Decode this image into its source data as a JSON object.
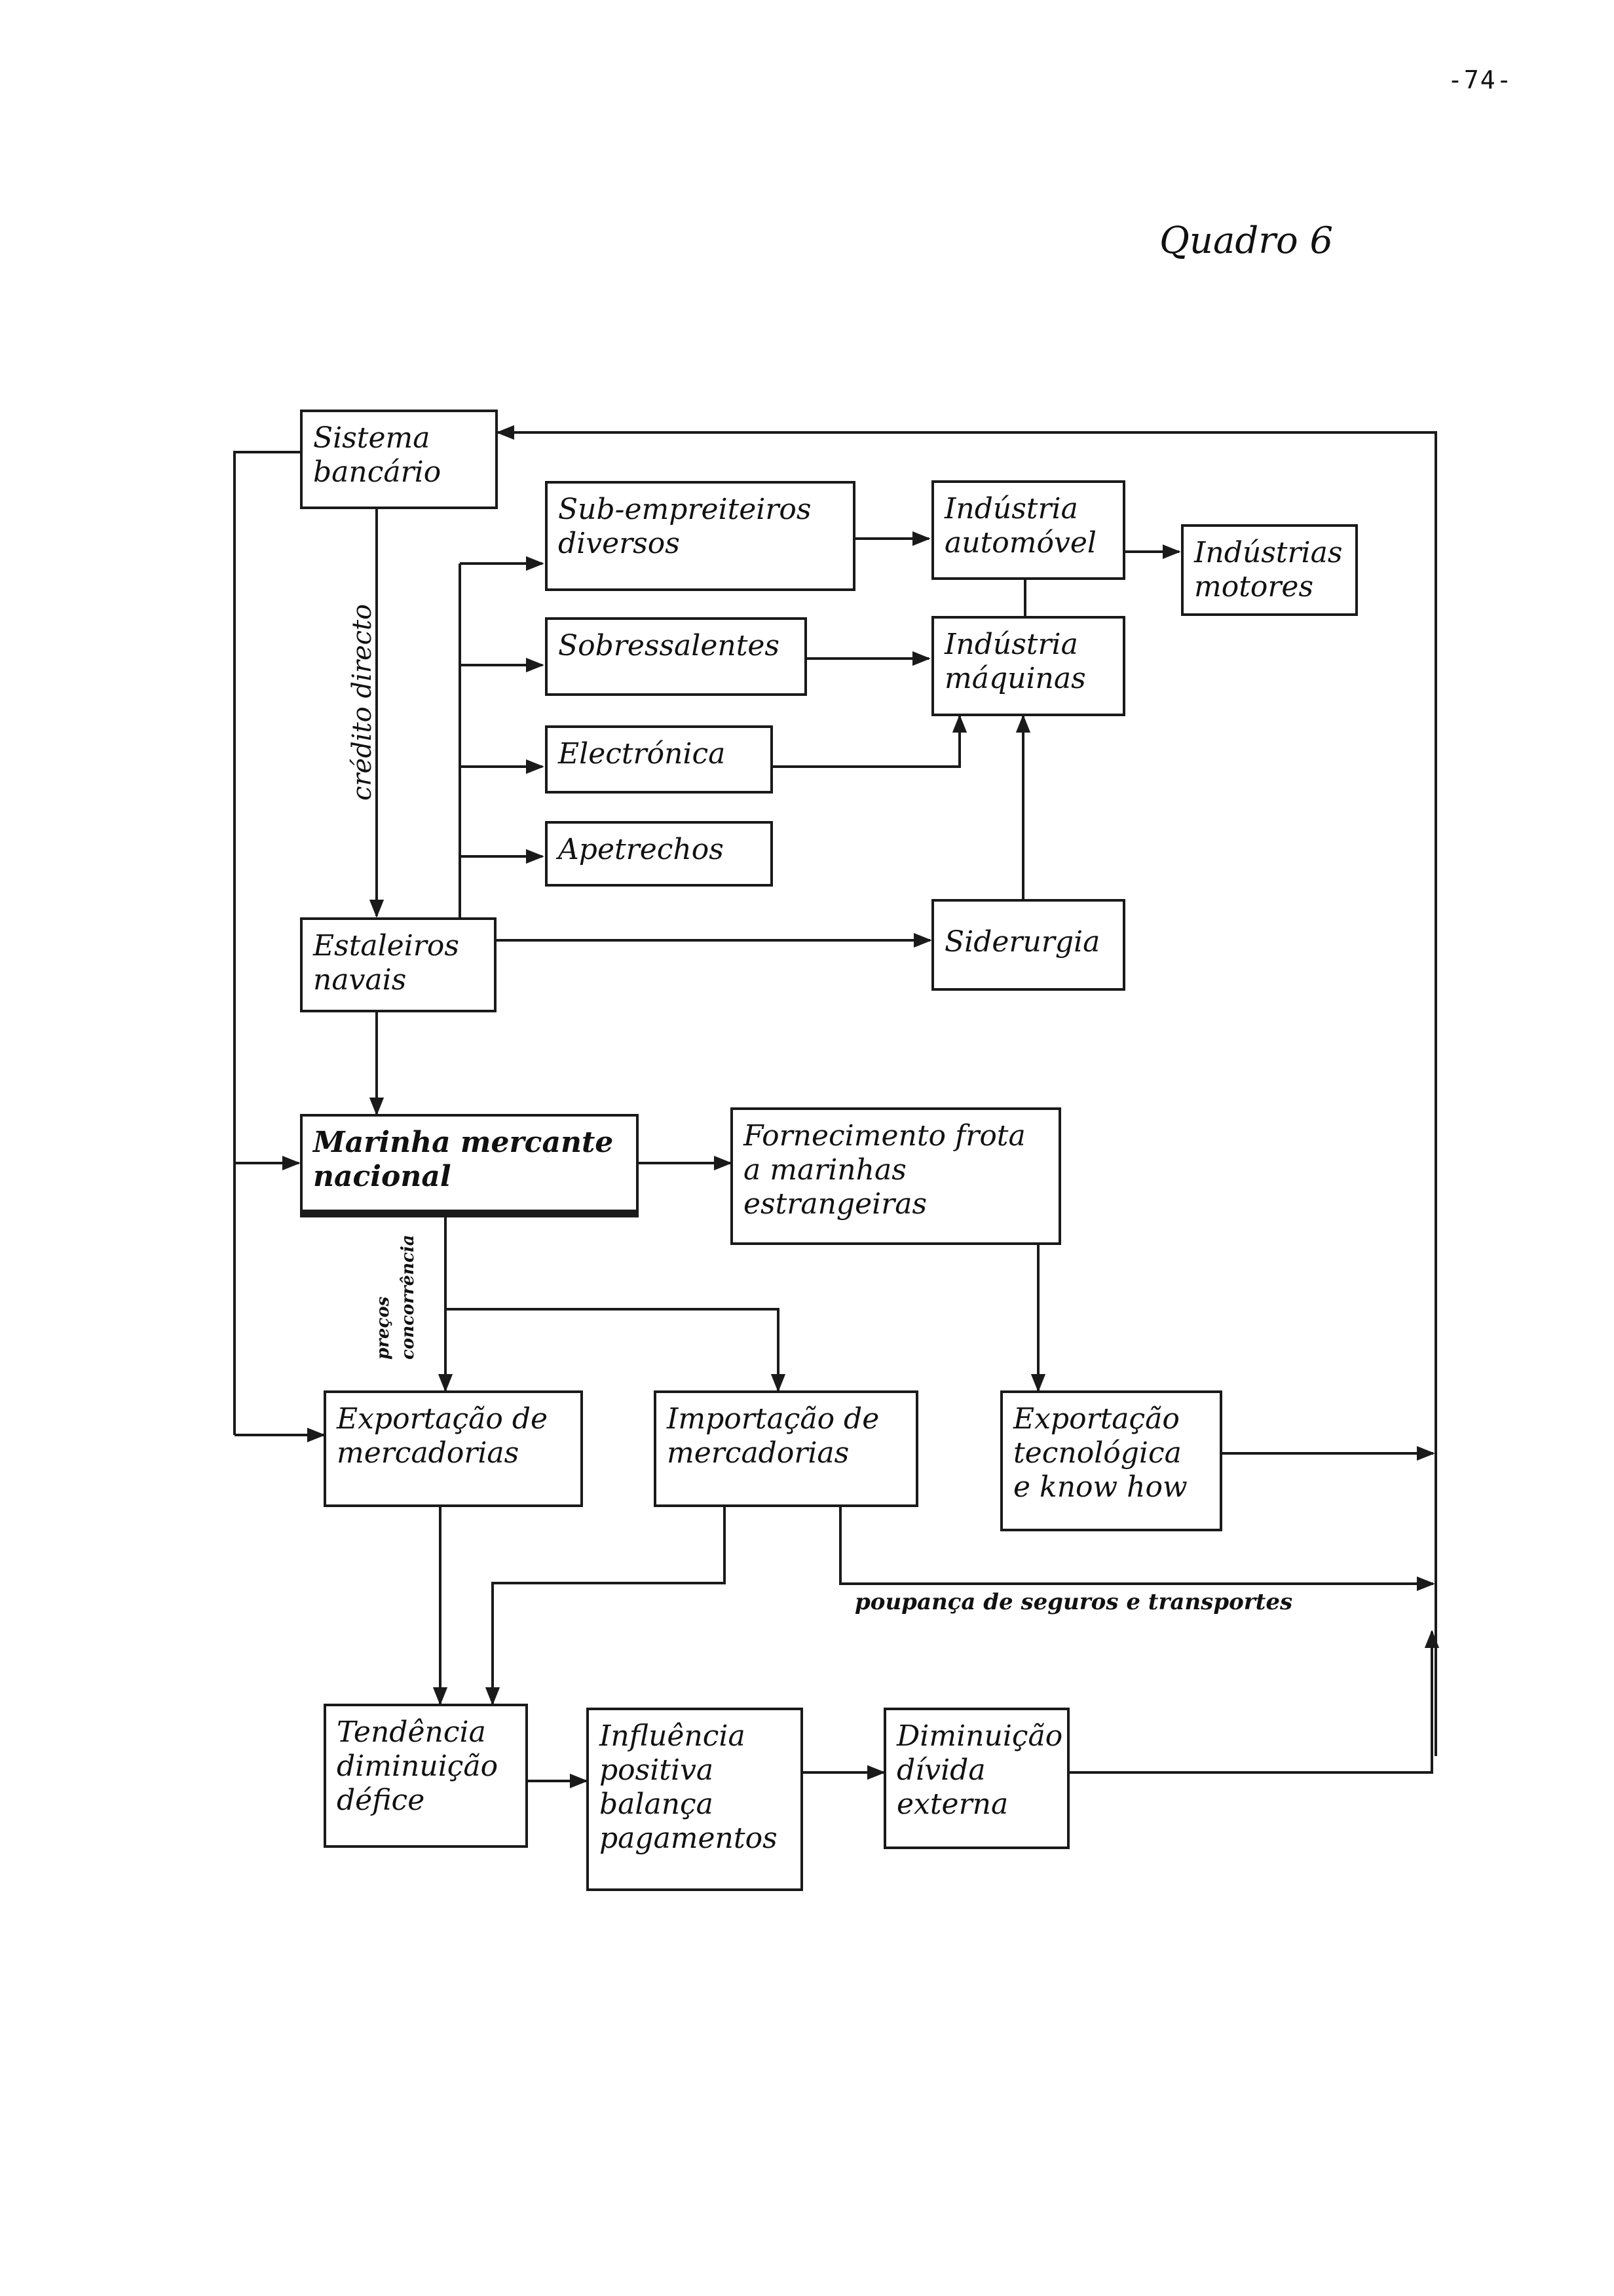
{
  "page_number": "-74-",
  "title": "Quadro 6",
  "boxes": {
    "sistema_bancario": [
      "Sistema",
      "bancário"
    ],
    "sub_empreiteiros": [
      "Sub-empreiteiros",
      "diversos"
    ],
    "industria_automovel": [
      "Indústria",
      "automóvel"
    ],
    "industrias_motores": [
      "Indústrias",
      "motores"
    ],
    "sobressalentes": [
      "Sobressalentes"
    ],
    "industria_maquinas": [
      "Indústria",
      "máquinas"
    ],
    "electronica": [
      "Electrónica"
    ],
    "apetrechos": [
      "Apetrechos"
    ],
    "estaleiros_navais": [
      "Estaleiros",
      "navais"
    ],
    "siderurgia": [
      "Siderurgia"
    ],
    "marinha_mercante": [
      "Marinha mercante",
      "nacional"
    ],
    "fornecimento_frota": [
      "Fornecimento frota",
      "a marinhas",
      "estrangeiras"
    ],
    "exportacao_mercadorias": [
      "Exportação de",
      "mercadorias"
    ],
    "importacao_mercadorias": [
      "Importação de",
      "mercadorias"
    ],
    "exportacao_tecnologica": [
      "Exportação",
      "tecnológica",
      "e know how"
    ],
    "tendencia_diminuicao": [
      "Tendência",
      "diminuição",
      "défice"
    ],
    "influencia_positiva": [
      "Influência",
      "positiva",
      "balança",
      "pagamentos"
    ],
    "diminuicao_divida": [
      "Diminuição",
      "dívida",
      "externa"
    ]
  },
  "edge_labels": {
    "credito_directo": "crédito directo",
    "precos": "preços",
    "concorrencia": "concorrência",
    "poupanca": "poupança de seguros e transportes"
  },
  "colors": {
    "ink": "#1a1a1a",
    "paper": "#ffffff"
  }
}
